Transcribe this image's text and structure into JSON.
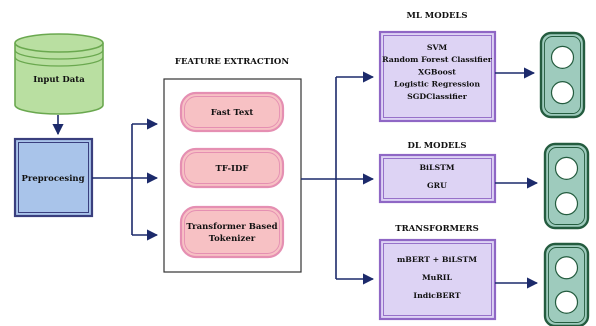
{
  "input": {
    "label": "Input Data"
  },
  "preprocess": {
    "label": "Preprocesing"
  },
  "feature_extraction": {
    "title": "FEATURE EXTRACTION",
    "methods": [
      {
        "lines": [
          "Fast Text"
        ]
      },
      {
        "lines": [
          "TF-IDF"
        ]
      },
      {
        "lines": [
          "Transformer Based",
          "Tokenizer"
        ]
      }
    ]
  },
  "model_groups": [
    {
      "title": "ML MODELS",
      "models": [
        "SVM",
        "Random Forest Classifier",
        "XGBoost",
        "Logistic Regression",
        "SGDClassifier"
      ]
    },
    {
      "title": "DL MODELS",
      "models": [
        "BiLSTM",
        "GRU"
      ]
    },
    {
      "title": "TRANSFORMERS",
      "models": [
        "mBERT + BiLSTM",
        "MuRIL",
        "IndicBERT"
      ]
    }
  ],
  "colors": {
    "arrow": "#1c2a6b",
    "database_fill": "#b9dfa1",
    "database_stroke": "#6aa84f",
    "preprocess_fill": "#a9c4ea",
    "preprocess_stroke": "#3a3f7e",
    "method_fill": "#f7c1c4",
    "method_stroke": "#e58fb2",
    "model_fill": "#ddd3f4",
    "model_stroke": "#8f67c5",
    "output_fill": "#9ecbbd",
    "output_stroke": "#245c3f"
  }
}
